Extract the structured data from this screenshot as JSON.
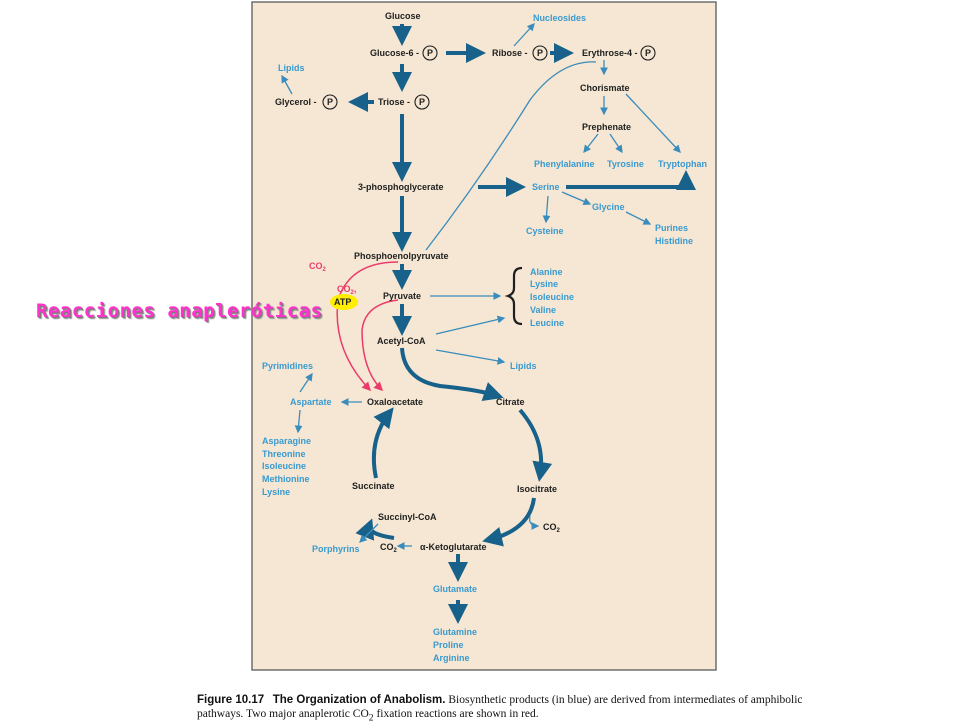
{
  "banner": "Reacciones anapleróticas",
  "colors": {
    "panel": "#f5e7d3",
    "intermediate": "#1f1f1f",
    "product": "#3a9ad0",
    "arrow": "#17618a",
    "anaplerotic": "#ea3b6a",
    "highlight": "#ffee00",
    "banner": "#ff33cc"
  },
  "nodes": {
    "glucose": "Glucose",
    "glucose6p": "Glucose-6 -",
    "ribose": "Ribose -",
    "erythrose4p": "Erythrose-4 -",
    "nucleosides": "Nucleosides",
    "lipids_top": "Lipids",
    "glycerol": "Glycerol -",
    "triose": "Triose -",
    "chorismate": "Chorismate",
    "prephenate": "Prephenate",
    "phenylalanine": "Phenylalanine",
    "tyrosine": "Tyrosine",
    "tryptophan": "Tryptophan",
    "phosphoglycerate": "3-phosphoglycerate",
    "serine": "Serine",
    "glycine": "Glycine",
    "cysteine": "Cysteine",
    "purines": "Purines",
    "histidine": "Histidine",
    "pep": "Phosphoenolpyruvate",
    "co2_a": "CO",
    "co2_b": "CO",
    "atp": "ATP",
    "pyruvate": "Pyruvate",
    "alanine": "Alanine",
    "lysine_1": "Lysine",
    "isoleucine_1": "Isoleucine",
    "valine": "Valine",
    "leucine": "Leucine",
    "acetylcoa": "Acetyl-CoA",
    "lipids_mid": "Lipids",
    "pyrimidines": "Pyrimidines",
    "aspartate": "Aspartate",
    "oxaloacetate": "Oxaloacetate",
    "citrate": "Citrate",
    "asparagine": "Asparagine",
    "threonine": "Threonine",
    "isoleucine_2": "Isoleucine",
    "methionine": "Methionine",
    "lysine_2": "Lysine",
    "succinate": "Succinate",
    "isocitrate": "Isocitrate",
    "succinylcoa": "Succinyl-CoA",
    "co2_iso": "CO",
    "porphyrins": "Porphyrins",
    "co2_kg": "CO",
    "ketoglutarate": "α-Ketoglutarate",
    "glutamate": "Glutamate",
    "glutamine": "Glutamine",
    "proline": "Proline",
    "arginine": "Arginine",
    "phosphate": "P",
    "subscript_2": "2"
  },
  "caption": {
    "figure": "Figure 10.17",
    "title": "The Organization of Anabolism.",
    "text": "Biosynthetic products (in blue) are derived from intermediates of amphibolic pathways. Two major anaplerotic CO",
    "sub": "2",
    "tail": " fixation reactions are shown in red."
  }
}
